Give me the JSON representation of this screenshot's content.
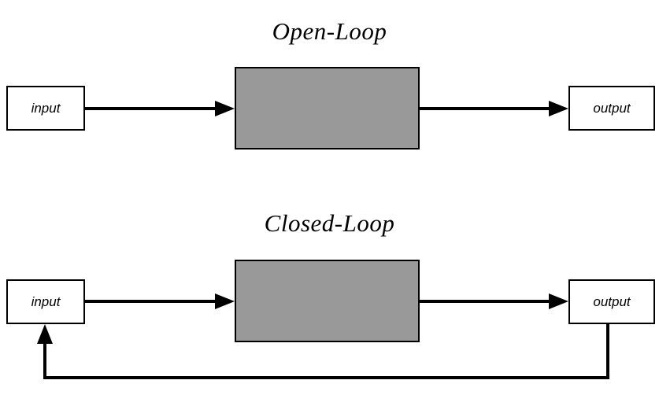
{
  "colors": {
    "process_fill": "#999999",
    "box_fill": "#ffffff",
    "line": "#000000",
    "page_bg": "#ffffff"
  },
  "diagrams": [
    {
      "title": "Open-Loop",
      "input_label": "input",
      "output_label": "output",
      "feedback": false
    },
    {
      "title": "Closed-Loop",
      "input_label": "input",
      "output_label": "output",
      "feedback": true
    }
  ]
}
